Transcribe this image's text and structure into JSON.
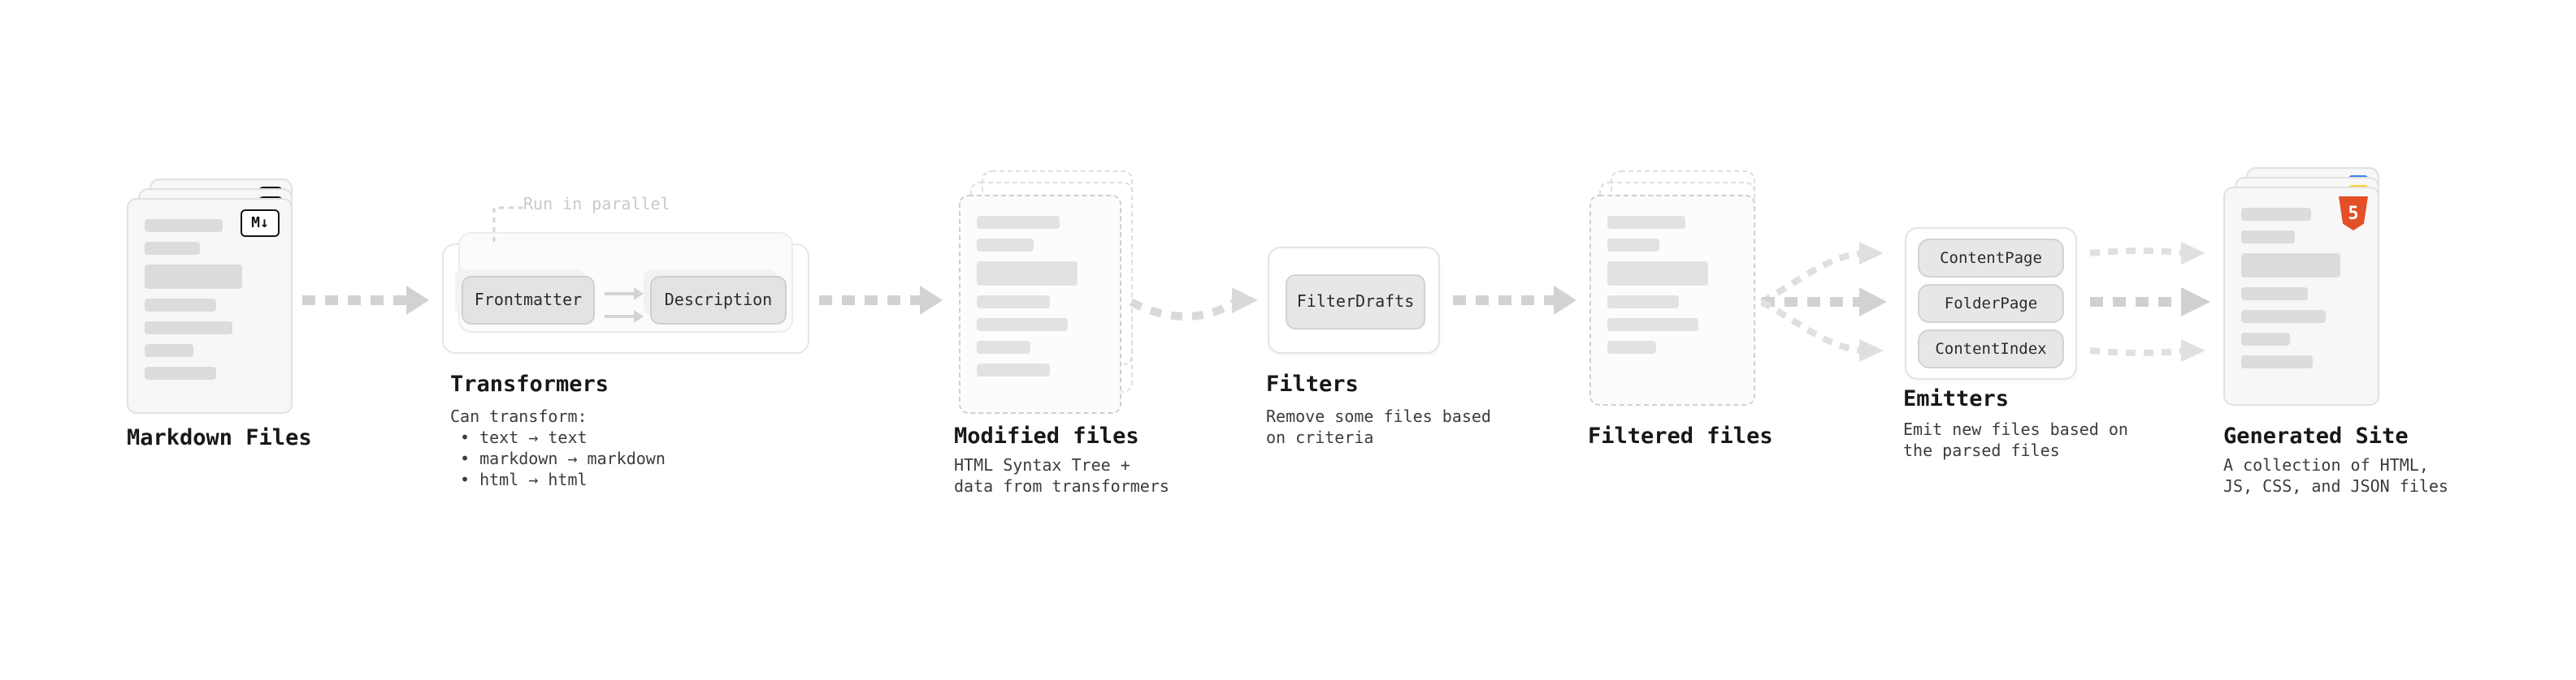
{
  "diagram": {
    "markdown_files": {
      "label": "Markdown Files",
      "badge": "M↓"
    },
    "transformers": {
      "label": "Transformers",
      "annotation": "Run in parallel",
      "buttons": [
        "Frontmatter",
        "Description"
      ],
      "note_title": "Can transform:",
      "notes": [
        "• text → text",
        "• markdown → markdown",
        "• html → html"
      ]
    },
    "modified_files": {
      "label": "Modified files",
      "description": [
        "HTML Syntax Tree +",
        "data from transformers"
      ]
    },
    "filters": {
      "label": "Filters",
      "button": "FilterDrafts",
      "description": [
        "Remove some files based",
        "on criteria"
      ]
    },
    "filtered_files": {
      "label": "Filtered files"
    },
    "emitters": {
      "label": "Emitters",
      "buttons": [
        "ContentPage",
        "FolderPage",
        "ContentIndex"
      ],
      "description": [
        "Emit new files based on",
        "the parsed files"
      ]
    },
    "generated_site": {
      "label": "Generated Site",
      "badge": "5",
      "description": [
        "A collection of HTML,",
        "JS, CSS, and JSON files"
      ]
    },
    "colors": {
      "html5_badge": "#e34f26",
      "js_badge": "#f6d32d",
      "css_badge": "#3b82f6",
      "arrow": "#d2d2d2"
    }
  }
}
